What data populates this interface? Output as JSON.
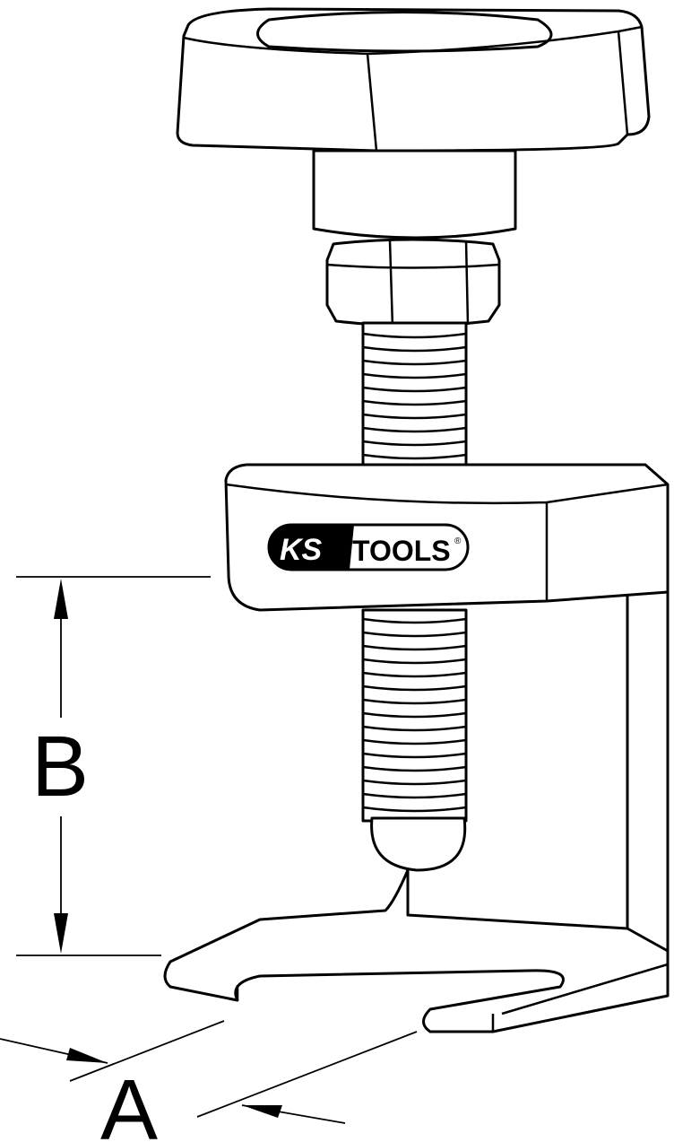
{
  "diagram": {
    "brand_logo": {
      "part1": "KS",
      "part2": "TOOLS",
      "registered": "®"
    },
    "dimension_labels": {
      "height": "B",
      "width": "A"
    }
  }
}
